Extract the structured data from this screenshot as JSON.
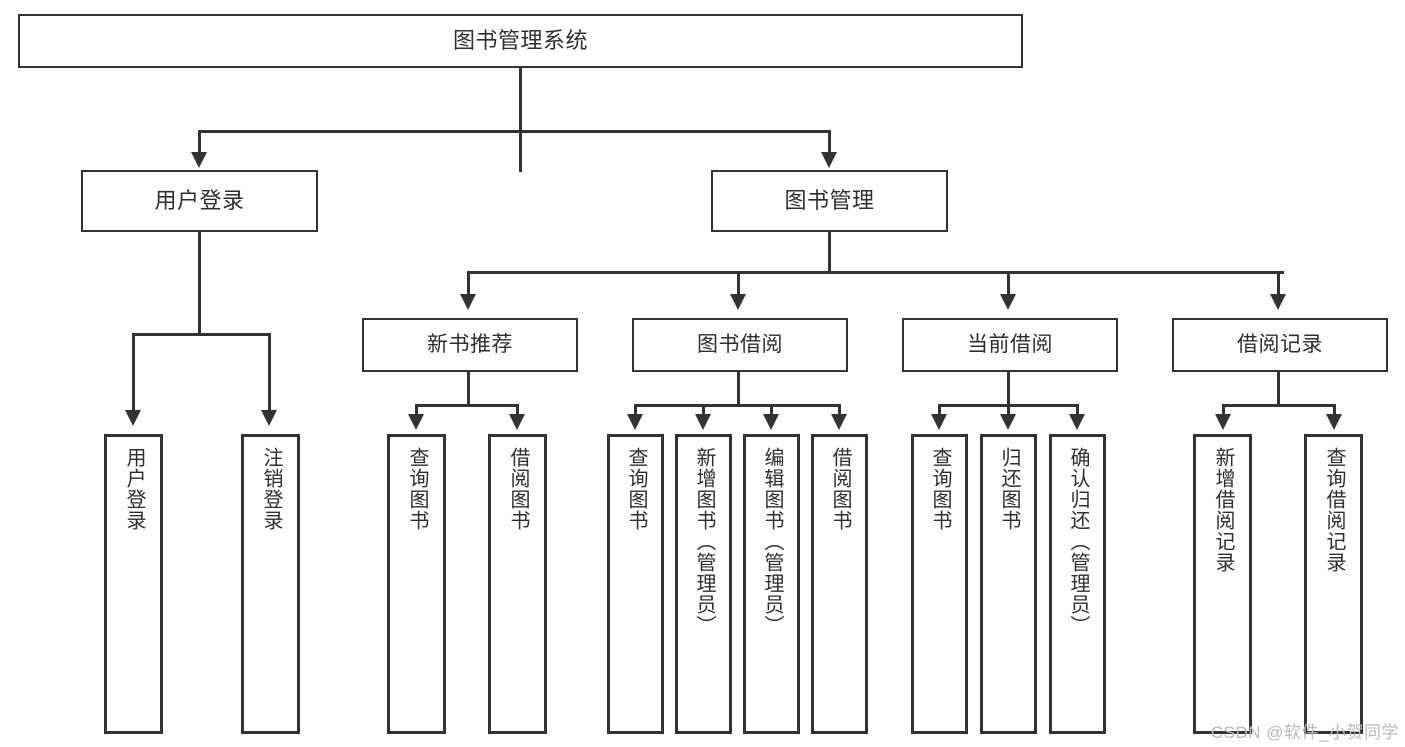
{
  "diagram": {
    "type": "tree-hierarchy",
    "title": "图书管理系统",
    "watermark": "CSDN @软件_小贺同学",
    "colors": {
      "stroke": "#333333",
      "fill": "#ffffff",
      "text": "#2f2f2f",
      "watermark": "#b9b9b9"
    },
    "levels": {
      "root": "图书管理系统",
      "level2": [
        "用户登录",
        "图书管理"
      ],
      "level3": [
        "新书推荐",
        "图书借阅",
        "当前借阅",
        "借阅记录"
      ]
    },
    "nodes": {
      "root": {
        "label": "图书管理系统"
      },
      "user_login": {
        "label": "用户登录"
      },
      "book_manage": {
        "label": "图书管理"
      },
      "new_book_rec": {
        "label": "新书推荐"
      },
      "book_borrow": {
        "label": "图书借阅"
      },
      "current_borrow": {
        "label": "当前借阅"
      },
      "borrow_record": {
        "label": "借阅记录"
      },
      "leaf_user_login": {
        "label": "用户登录"
      },
      "leaf_user_logout": {
        "label": "注销登录"
      },
      "leaf_rec_query": {
        "label": "查询图书"
      },
      "leaf_rec_borrow": {
        "label": "借阅图书"
      },
      "leaf_borrow_query": {
        "label": "查询图书"
      },
      "leaf_borrow_add": {
        "label": "新增图书（管理员）"
      },
      "leaf_borrow_edit": {
        "label": "编辑图书（管理员）"
      },
      "leaf_borrow_lend": {
        "label": "借阅图书"
      },
      "leaf_cur_query": {
        "label": "查询图书"
      },
      "leaf_cur_return": {
        "label": "归还图书"
      },
      "leaf_cur_confirm": {
        "label": "确认归还（管理员）"
      },
      "leaf_rec_add": {
        "label": "新增借阅记录"
      },
      "leaf_rec_search": {
        "label": "查询借阅记录"
      }
    },
    "edges": [
      {
        "from": "root",
        "to": "user_login"
      },
      {
        "from": "root",
        "to": "book_manage"
      },
      {
        "from": "user_login",
        "to": "leaf_user_login"
      },
      {
        "from": "user_login",
        "to": "leaf_user_logout"
      },
      {
        "from": "book_manage",
        "to": "new_book_rec"
      },
      {
        "from": "book_manage",
        "to": "book_borrow"
      },
      {
        "from": "book_manage",
        "to": "current_borrow"
      },
      {
        "from": "book_manage",
        "to": "borrow_record"
      },
      {
        "from": "new_book_rec",
        "to": "leaf_rec_query"
      },
      {
        "from": "new_book_rec",
        "to": "leaf_rec_borrow"
      },
      {
        "from": "book_borrow",
        "to": "leaf_borrow_query"
      },
      {
        "from": "book_borrow",
        "to": "leaf_borrow_add"
      },
      {
        "from": "book_borrow",
        "to": "leaf_borrow_edit"
      },
      {
        "from": "book_borrow",
        "to": "leaf_borrow_lend"
      },
      {
        "from": "current_borrow",
        "to": "leaf_cur_query"
      },
      {
        "from": "current_borrow",
        "to": "leaf_cur_return"
      },
      {
        "from": "current_borrow",
        "to": "leaf_cur_confirm"
      },
      {
        "from": "borrow_record",
        "to": "leaf_rec_add"
      },
      {
        "from": "borrow_record",
        "to": "leaf_rec_search"
      }
    ]
  }
}
